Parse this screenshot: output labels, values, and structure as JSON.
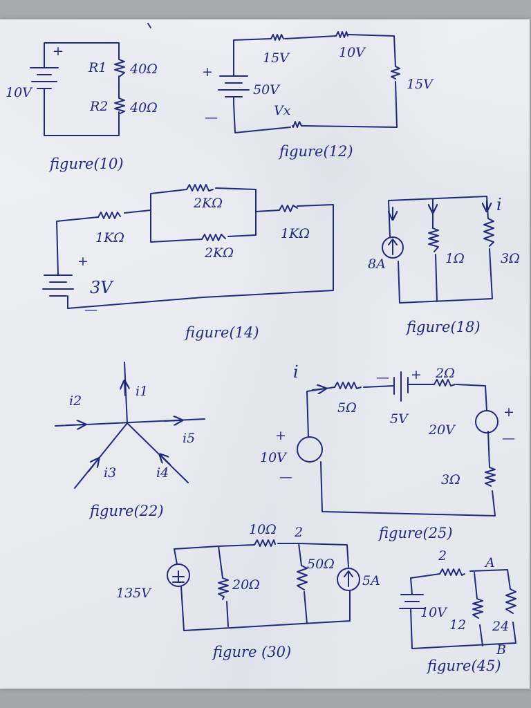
{
  "ink_color": "#1f2a78",
  "figures": {
    "fig10": {
      "caption": "figure(10)",
      "source": "10V",
      "plus": "+",
      "r1_name": "R1",
      "r1_value": "40Ω",
      "r2_name": "R2",
      "r2_value": "40Ω"
    },
    "fig12": {
      "caption": "figure(12)",
      "v1": "15V",
      "v2": "10V",
      "v3": "15V",
      "source": "50V",
      "vx": "Vx",
      "plus": "+",
      "minus": "—"
    },
    "fig14": {
      "caption": "figure(14)",
      "r_left": "1KΩ",
      "r_par_top": "2KΩ",
      "r_par_bot": "2KΩ",
      "r_right": "1KΩ",
      "source": "3V",
      "plus": "+",
      "minus": "—"
    },
    "fig18": {
      "caption": "figure(18)",
      "source": "8A",
      "r1": "1Ω",
      "r2": "3Ω",
      "current": "i"
    },
    "fig22": {
      "caption": "figure(22)",
      "i1": "i1",
      "i2": "i2",
      "i3": "i3",
      "i4": "i4",
      "i5": "i5"
    },
    "fig25": {
      "caption": "figure(25)",
      "current": "i",
      "r1": "5Ω",
      "v_batt": "5V",
      "r2": "2Ω",
      "v_src2": "20V",
      "r3": "3Ω",
      "v_src1": "10V",
      "plus": "+",
      "minus": "—"
    },
    "fig30": {
      "caption": "figure (30)",
      "source": "135V",
      "r_top": "10Ω",
      "node": "2",
      "r_mid": "20Ω",
      "r_right": "50Ω",
      "i_src": "5A"
    },
    "fig45": {
      "caption": "figure(45)",
      "r_top": "2",
      "node_a": "A",
      "node_b": "B",
      "source": "10V",
      "r_mid": "12",
      "r_right": "24"
    }
  }
}
